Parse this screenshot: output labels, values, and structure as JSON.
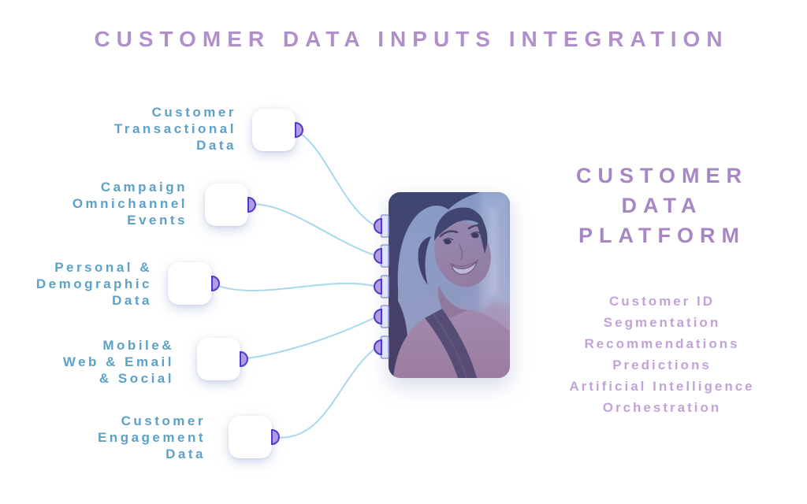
{
  "title": "CUSTOMER DATA INPUTS INTEGRATION",
  "sources": [
    {
      "label": "Customer\nTransactional\nData"
    },
    {
      "label": "Campaign\nOmnichannel\nEvents"
    },
    {
      "label": "Personal &\nDemographic\nData"
    },
    {
      "label": "Mobile&\nWeb & Email\n& Social"
    },
    {
      "label": "Customer\nEngagement\nData"
    }
  ],
  "platform": {
    "title": "CUSTOMER\nDATA\nPLATFORM",
    "features": [
      "Customer ID",
      "Segmentation",
      "Recommendations",
      "Predictions",
      "Artificial Intelligence",
      "Orchestration"
    ]
  },
  "photo": {
    "subject": "Smiling woman with shoulder bag, blue duotone photo"
  },
  "colors": {
    "background": "#ffffff",
    "title_purple": "#b08fca",
    "platform_title_purple": "#a687c4",
    "platform_features_purple": "#c2a3d8",
    "source_label_blue": "#5ba1c8",
    "wire_blue": "#a9d8ec",
    "connector_fill": "#b19ae7",
    "connector_stroke": "#4b3dc9",
    "port_fill": "#dfe4f6",
    "port_border": "#8d9bdc",
    "card_white": "#ffffff"
  }
}
